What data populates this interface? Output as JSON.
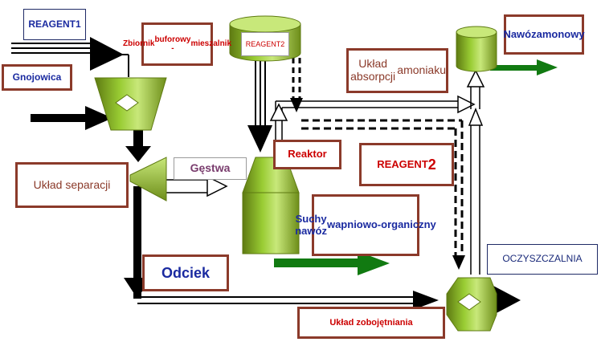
{
  "labels": {
    "reagent1": [
      "REAGENT",
      "1"
    ],
    "gnojowica": "Gnojowica",
    "zbiornik": [
      "Zbiornik",
      "buforowy -",
      "mieszalnik"
    ],
    "reagent2_tank": [
      "REAGENT",
      "2"
    ],
    "uklad_absorpcji": [
      "Układ absorpcji",
      "amoniaku"
    ],
    "nawoz_amonowy": [
      "Nawóz",
      "amonowy"
    ],
    "reaktor": "Reaktor",
    "reagent2_box": [
      "REAGENT",
      "2"
    ],
    "uklad_separacji": "Układ separacji",
    "gestwa": "Gęstwa",
    "suchy_nawoz": [
      "Suchy nawóz",
      "wapniowo-",
      "organiczny"
    ],
    "odciek": "Odciek",
    "oczyszczalnia": "OCZYSZCZALNIA",
    "uklad_zobojetniania": "Układ zobojętniania"
  },
  "colors": {
    "equipment": "#99cc33",
    "equipment_dark": "#5e7a12",
    "flow_black": "#000000",
    "flow_green": "#117a11",
    "label_border": "#8b3a2a",
    "red_text": "#cc0000",
    "blue_text": "#1a2aa0"
  }
}
